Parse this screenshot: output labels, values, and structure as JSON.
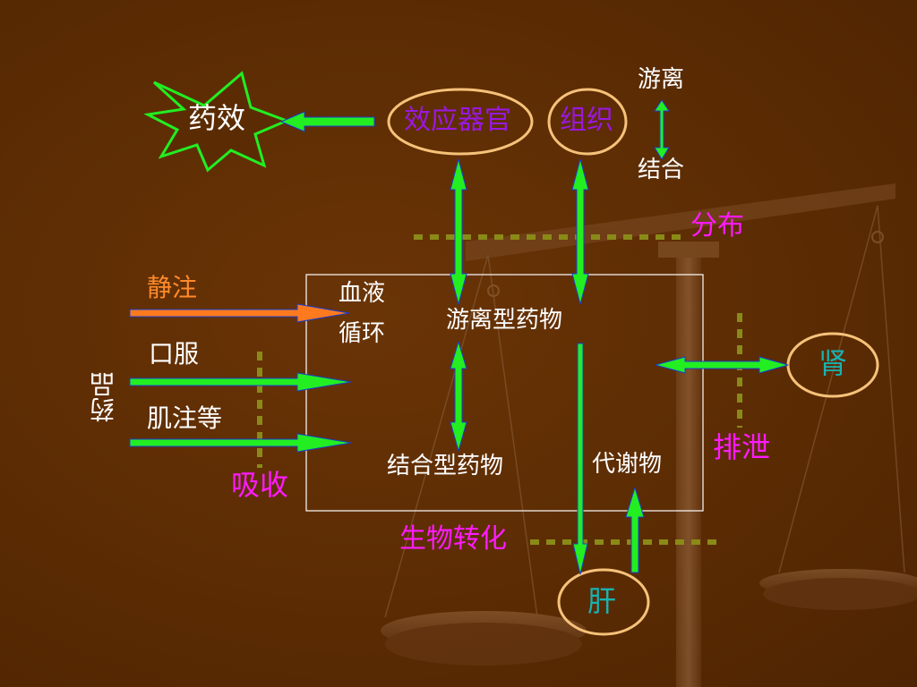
{
  "colors": {
    "background": "#5b2c03",
    "arrow_green": "#22ee22",
    "arrow_edge": "#1a3fd0",
    "iv_arrow": "#ff7a1f",
    "ellipse_outline": "#f6c27a",
    "dashes": "#8a8a18",
    "label_magenta": "#ff1aff",
    "label_teal": "#19b2b2",
    "label_purple": "#9a18e0",
    "label_orange": "#ff8a2a",
    "starburst_outline": "#22ee22"
  },
  "labels": {
    "drug_effect": "药效",
    "effector_organ": "效应器官",
    "tissue": "组织",
    "free": "游离",
    "bound": "结合",
    "distribution": "分布",
    "blood": "血液",
    "circulation": "循环",
    "free_drug": "游离型药物",
    "bound_drug": "结合型药物",
    "metabolite": "代谢物",
    "iv_injection": "静注",
    "oral": "口服",
    "im_injection": "肌注等",
    "drug": "药品",
    "absorption": "吸收",
    "kidney": "肾",
    "excretion": "排泄",
    "biotransformation": "生物转化",
    "liver": "肝"
  }
}
